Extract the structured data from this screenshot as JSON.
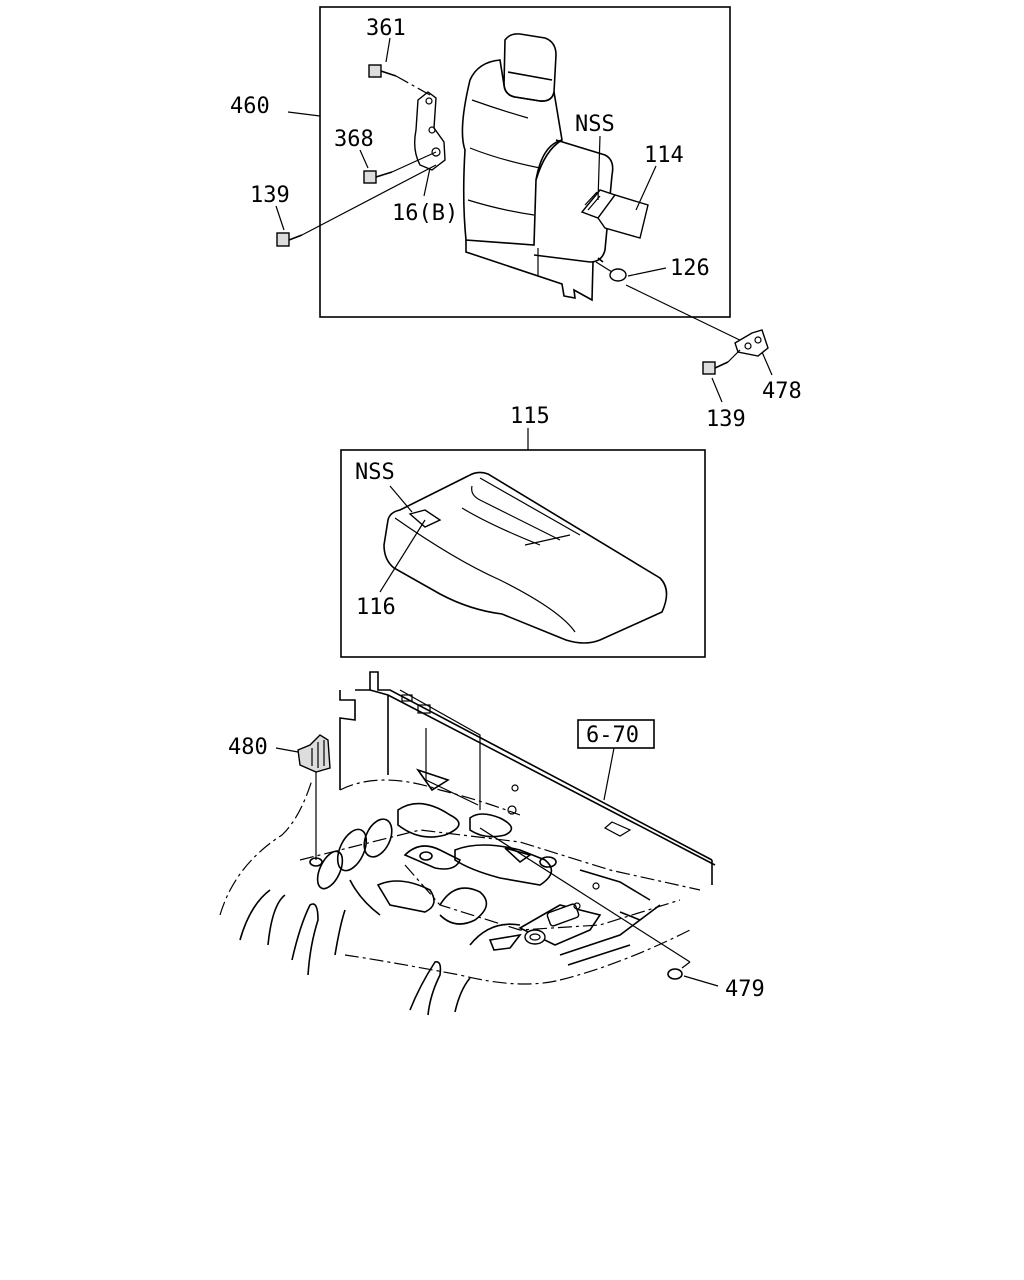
{
  "labels": {
    "p361": "361",
    "p460": "460",
    "p368": "368",
    "p139a": "139",
    "p16b": "16(B)",
    "nss1": "NSS",
    "p114": "114",
    "p126": "126",
    "p478": "478",
    "p139b": "139",
    "p115": "115",
    "nss2": "NSS",
    "p116": "116",
    "p480": "480",
    "ref670": "6-70",
    "p479": "479"
  }
}
